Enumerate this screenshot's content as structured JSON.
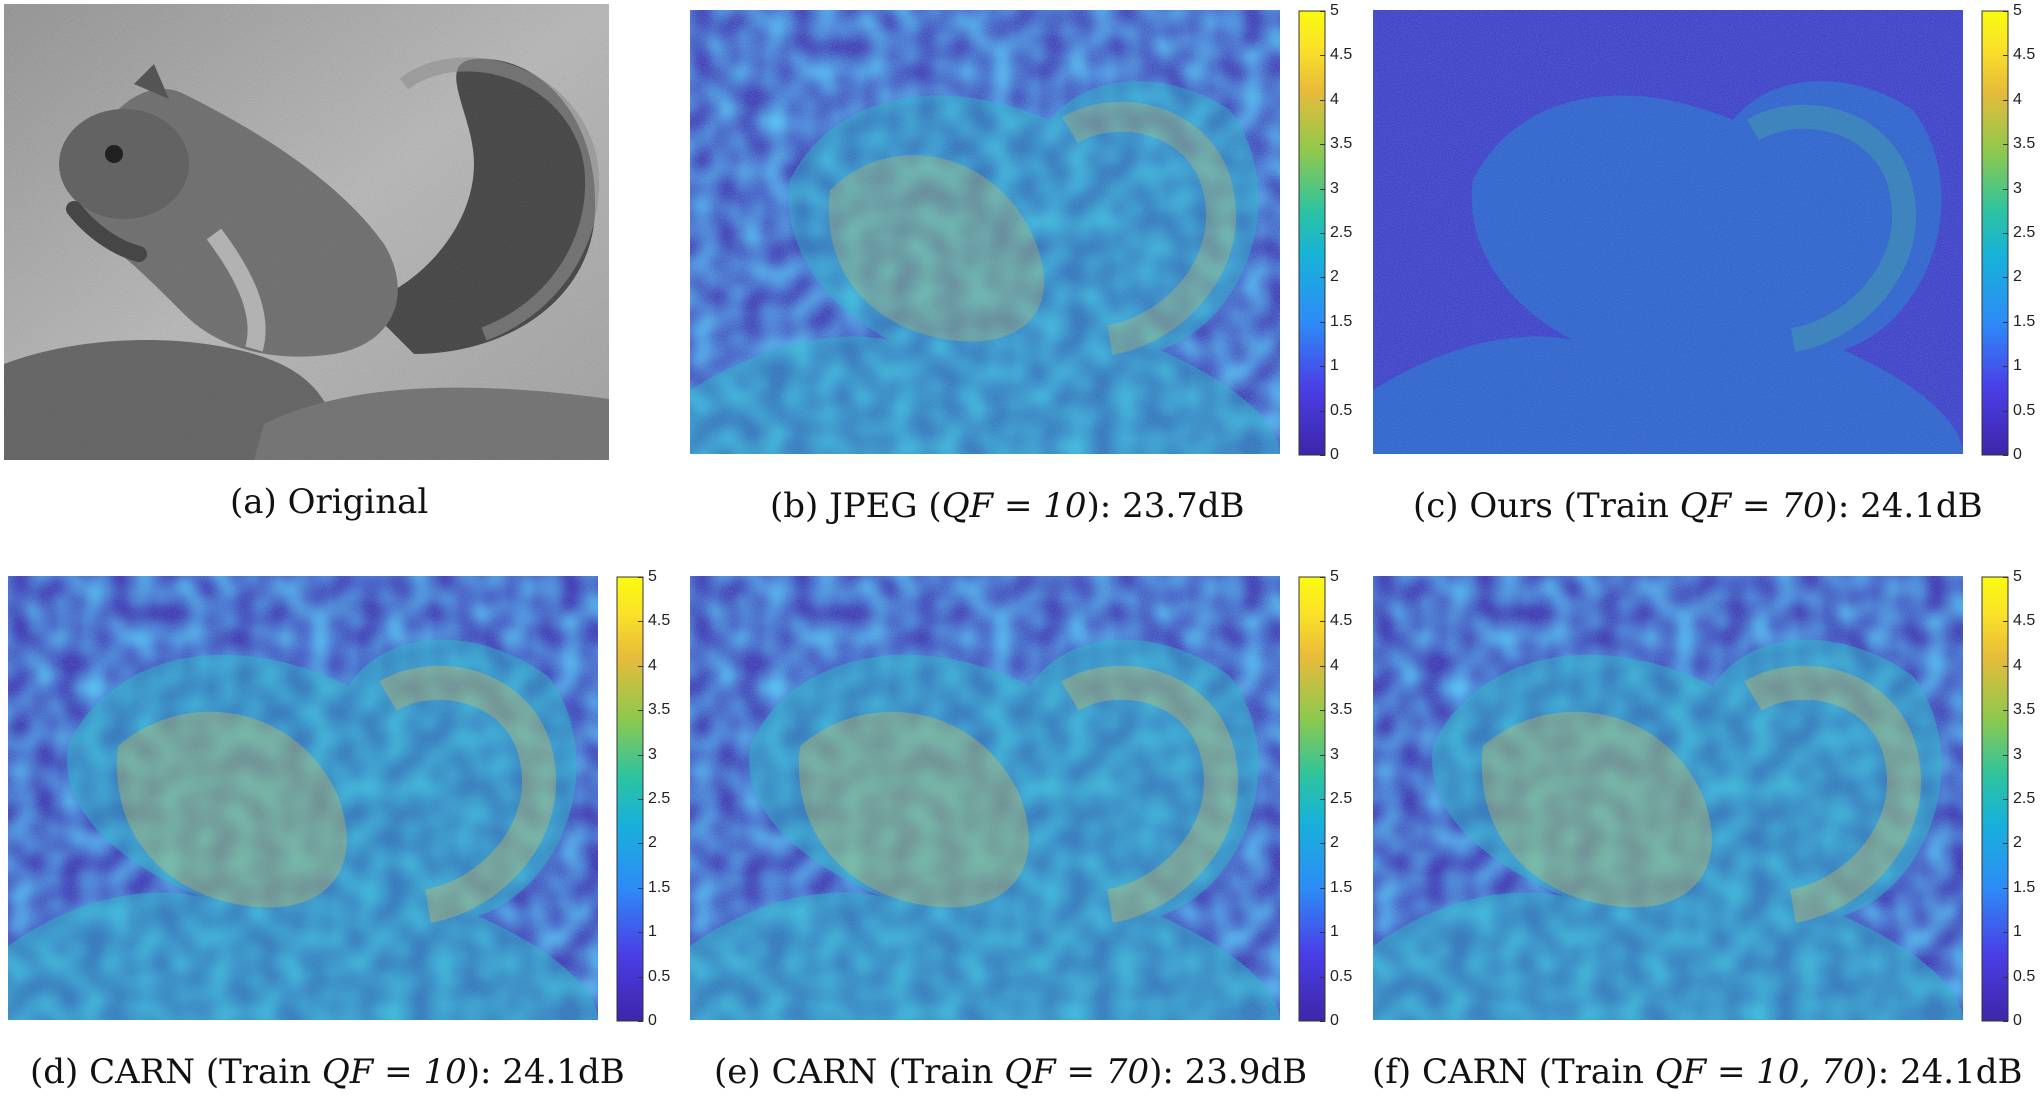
{
  "colorbar_ticks": [
    "0",
    "0.5",
    "1",
    "1.5",
    "2",
    "2.5",
    "3",
    "3.5",
    "4",
    "4.5",
    "5"
  ],
  "panels": [
    {
      "id": "a",
      "label": "(a)",
      "title": "Original",
      "kind": "photo"
    },
    {
      "id": "b",
      "label": "(b)",
      "method": "JPEG",
      "qf": "QF = 10",
      "psnr": "23.7dB",
      "kind": "error-map"
    },
    {
      "id": "c",
      "label": "(c)",
      "method": "Ours",
      "train": "Train",
      "qf": "QF = 70",
      "psnr": "24.1dB",
      "kind": "error-map"
    },
    {
      "id": "d",
      "label": "(d)",
      "method": "CARN",
      "train": "Train",
      "qf": "QF = 10",
      "psnr": "24.1dB",
      "kind": "error-map"
    },
    {
      "id": "e",
      "label": "(e)",
      "method": "CARN",
      "train": "Train",
      "qf": "QF = 70",
      "psnr": "23.9dB",
      "kind": "error-map"
    },
    {
      "id": "f",
      "label": "(f)",
      "method": "CARN",
      "train": "Train",
      "qf": "QF = 10, 70",
      "psnr": "24.1dB",
      "kind": "error-map"
    }
  ],
  "colormap": [
    "#3e26a8",
    "#4a3ee6",
    "#2d8cf7",
    "#17b2d8",
    "#2dc3a0",
    "#8cc94e",
    "#e8bb3a",
    "#fbe328",
    "#f9fb0e"
  ]
}
